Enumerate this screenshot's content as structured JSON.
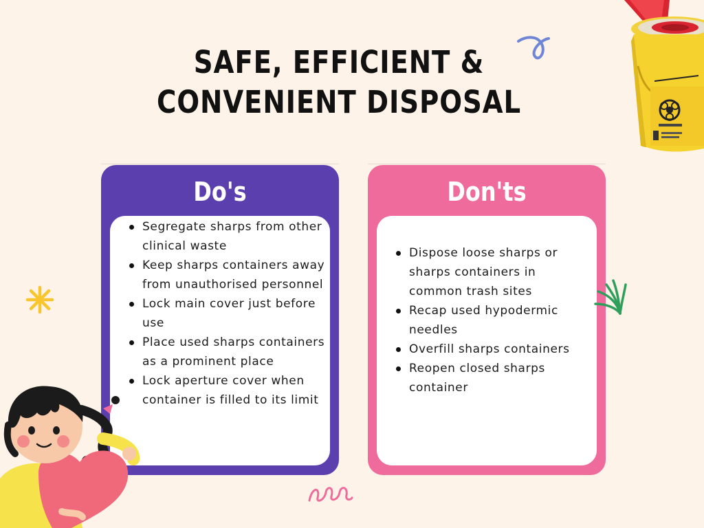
{
  "title": {
    "line1": "SAFE, EFFICIENT &",
    "line2": "CONVENIENT DISPOSAL"
  },
  "colors": {
    "background": "#fdf3e9",
    "dos_card": "#5b3fae",
    "donts_card": "#ef6b9c",
    "panel": "#ffffff",
    "text": "#1a1a1a"
  },
  "dos": {
    "heading": "Do's",
    "items": [
      {
        "text": "Segregate sharps from other clinical waste"
      },
      {
        "text": "Keep sharps containers away from unauthorised personnel"
      },
      {
        "text": "Lock main cover just before use"
      },
      {
        "text": "Place used sharps containers as a prominent place"
      },
      {
        "text": "Lock aperture cover when container is filled to its limit"
      }
    ]
  },
  "donts": {
    "heading": "Don'ts",
    "items": [
      {
        "text": "Dispose loose sharps or sharps containers in common trash sites"
      },
      {
        "text": "Recap used hypodermic needles"
      },
      {
        "text": "Overfill sharps containers"
      },
      {
        "text": "Reopen closed sharps container"
      }
    ]
  },
  "decorations": [
    {
      "icon": "sharps-container-illustration"
    },
    {
      "icon": "girl-with-heart-illustration"
    },
    {
      "icon": "blue-loop-doodle-icon"
    },
    {
      "icon": "yellow-asterisk-icon"
    },
    {
      "icon": "green-grass-icon"
    },
    {
      "icon": "pink-coil-doodle-icon"
    }
  ]
}
